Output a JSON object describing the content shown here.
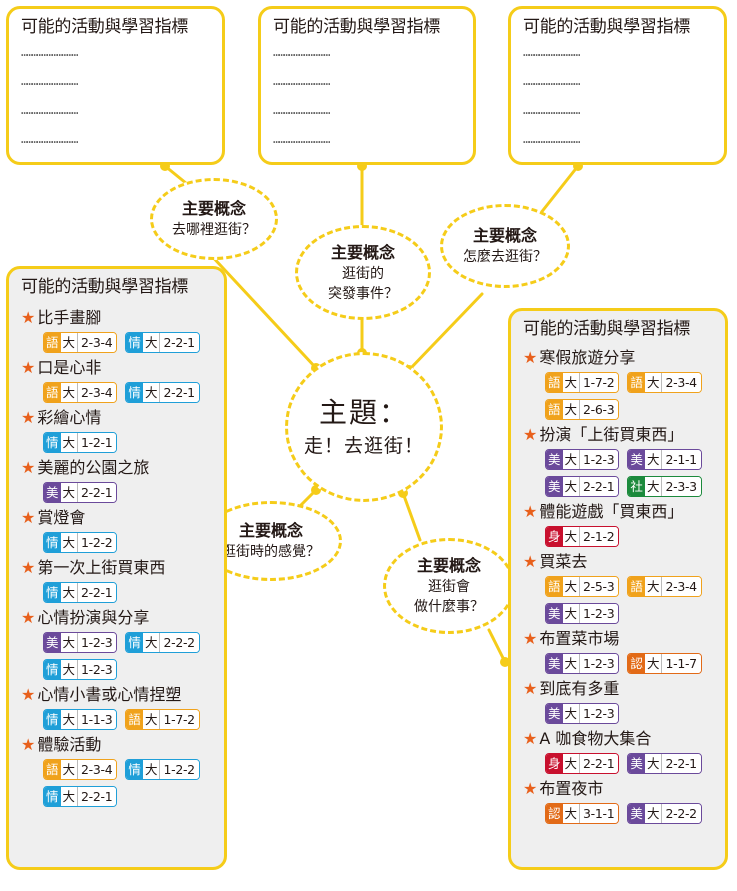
{
  "colors": {
    "yellow": "#f5cc19",
    "star": "#e8601c",
    "subjects": {
      "語": "#f0a21c",
      "情": "#1f9fd8",
      "美": "#6b4a9b",
      "社": "#1c8a3c",
      "身": "#c8102e",
      "認": "#e26a17"
    },
    "panel_grey": "#efefef"
  },
  "center": {
    "title": "主題：",
    "subtitle": "走！去逛街！"
  },
  "top_boxes": [
    {
      "title": "可能的活動與學習指標",
      "dots": [
        "……………………………",
        "……………………………",
        "……………………………",
        "……………………………"
      ]
    },
    {
      "title": "可能的活動與學習指標",
      "dots": [
        "……………………………",
        "……………………………",
        "……………………………",
        "……………………………"
      ]
    },
    {
      "title": "可能的活動與學習指標",
      "dots": [
        "……………………………",
        "……………………………",
        "……………………………",
        "……………………………"
      ]
    }
  ],
  "concepts": [
    {
      "title": "主要概念",
      "lines": [
        "去哪裡逛街？"
      ]
    },
    {
      "title": "主要概念",
      "lines": [
        "逛街的",
        "突發事件？"
      ]
    },
    {
      "title": "主要概念",
      "lines": [
        "怎麼去逛街？"
      ]
    },
    {
      "title": "主要概念",
      "lines": [
        "逛街時的感覺？"
      ]
    },
    {
      "title": "主要概念",
      "lines": [
        "逛街會",
        "做什麼事？"
      ]
    }
  ],
  "left_box": {
    "title": "可能的活動與學習指標",
    "activities": [
      {
        "label": "比手畫腳",
        "tag_rows": [
          [
            {
              "s": "語",
              "l": "大",
              "c": "2-3-4"
            },
            {
              "s": "情",
              "l": "大",
              "c": "2-2-1"
            }
          ]
        ]
      },
      {
        "label": "口是心非",
        "tag_rows": [
          [
            {
              "s": "語",
              "l": "大",
              "c": "2-3-4"
            },
            {
              "s": "情",
              "l": "大",
              "c": "2-2-1"
            }
          ]
        ]
      },
      {
        "label": "彩繪心情",
        "tag_rows": [
          [
            {
              "s": "情",
              "l": "大",
              "c": "1-2-1"
            }
          ]
        ]
      },
      {
        "label": "美麗的公園之旅",
        "tag_rows": [
          [
            {
              "s": "美",
              "l": "大",
              "c": "2-2-1"
            }
          ]
        ]
      },
      {
        "label": "賞燈會",
        "tag_rows": [
          [
            {
              "s": "情",
              "l": "大",
              "c": "1-2-2"
            }
          ]
        ]
      },
      {
        "label": "第一次上街買東西",
        "tag_rows": [
          [
            {
              "s": "情",
              "l": "大",
              "c": "2-2-1"
            }
          ]
        ]
      },
      {
        "label": "心情扮演與分享",
        "tag_rows": [
          [
            {
              "s": "美",
              "l": "大",
              "c": "1-2-3"
            },
            {
              "s": "情",
              "l": "大",
              "c": "2-2-2"
            }
          ],
          [
            {
              "s": "情",
              "l": "大",
              "c": "1-2-3"
            }
          ]
        ]
      },
      {
        "label": "心情小書或心情捏塑",
        "tag_rows": [
          [
            {
              "s": "情",
              "l": "大",
              "c": "1-1-3"
            },
            {
              "s": "語",
              "l": "大",
              "c": "1-7-2"
            }
          ]
        ]
      },
      {
        "label": "體驗活動",
        "tag_rows": [
          [
            {
              "s": "語",
              "l": "大",
              "c": "2-3-4"
            },
            {
              "s": "情",
              "l": "大",
              "c": "1-2-2"
            }
          ],
          [
            {
              "s": "情",
              "l": "大",
              "c": "2-2-1"
            }
          ]
        ]
      }
    ]
  },
  "right_box": {
    "title": "可能的活動與學習指標",
    "activities": [
      {
        "label": "寒假旅遊分享",
        "tag_rows": [
          [
            {
              "s": "語",
              "l": "大",
              "c": "1-7-2"
            },
            {
              "s": "語",
              "l": "大",
              "c": "2-3-4"
            }
          ],
          [
            {
              "s": "語",
              "l": "大",
              "c": "2-6-3"
            }
          ]
        ]
      },
      {
        "label": "扮演「上街買東西」",
        "tag_rows": [
          [
            {
              "s": "美",
              "l": "大",
              "c": "1-2-3"
            },
            {
              "s": "美",
              "l": "大",
              "c": "2-1-1"
            }
          ],
          [
            {
              "s": "美",
              "l": "大",
              "c": "2-2-1"
            },
            {
              "s": "社",
              "l": "大",
              "c": "2-3-3"
            }
          ]
        ]
      },
      {
        "label": "體能遊戲「買東西」",
        "tag_rows": [
          [
            {
              "s": "身",
              "l": "大",
              "c": "2-1-2"
            }
          ]
        ]
      },
      {
        "label": "買菜去",
        "tag_rows": [
          [
            {
              "s": "語",
              "l": "大",
              "c": "2-5-3"
            },
            {
              "s": "語",
              "l": "大",
              "c": "2-3-4"
            }
          ],
          [
            {
              "s": "美",
              "l": "大",
              "c": "1-2-3"
            }
          ]
        ]
      },
      {
        "label": "布置菜市場",
        "tag_rows": [
          [
            {
              "s": "美",
              "l": "大",
              "c": "1-2-3"
            },
            {
              "s": "認",
              "l": "大",
              "c": "1-1-7"
            }
          ]
        ]
      },
      {
        "label": "到底有多重",
        "tag_rows": [
          [
            {
              "s": "美",
              "l": "大",
              "c": "1-2-3"
            }
          ]
        ]
      },
      {
        "label": "A 咖食物大集合",
        "tag_rows": [
          [
            {
              "s": "身",
              "l": "大",
              "c": "2-2-1"
            },
            {
              "s": "美",
              "l": "大",
              "c": "2-2-1"
            }
          ]
        ]
      },
      {
        "label": "布置夜市",
        "tag_rows": [
          [
            {
              "s": "認",
              "l": "大",
              "c": "3-1-1"
            },
            {
              "s": "美",
              "l": "大",
              "c": "2-2-2"
            }
          ]
        ]
      }
    ]
  }
}
